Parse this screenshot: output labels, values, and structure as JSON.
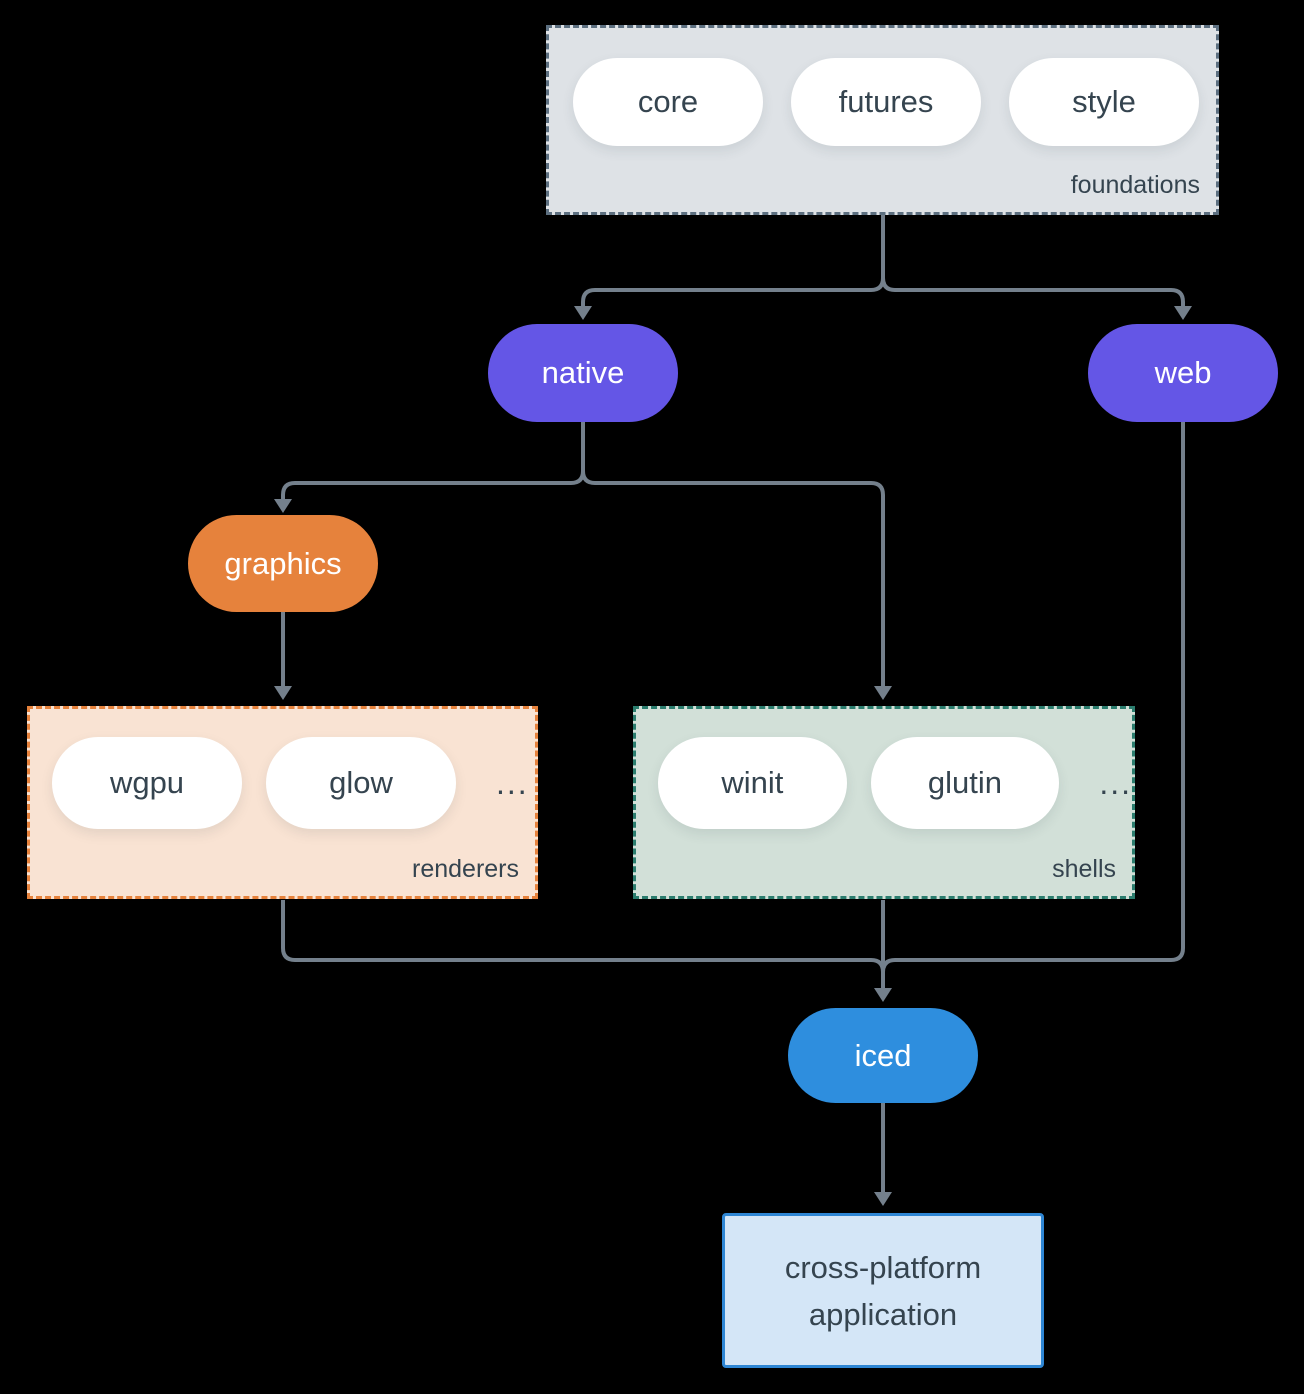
{
  "diagram": {
    "foundations": {
      "label": "foundations",
      "pills": [
        "core",
        "futures",
        "style"
      ]
    },
    "native": {
      "label": "native"
    },
    "web": {
      "label": "web"
    },
    "graphics": {
      "label": "graphics"
    },
    "renderers": {
      "label": "renderers",
      "pills": [
        "wgpu",
        "glow"
      ],
      "more": "..."
    },
    "shells": {
      "label": "shells",
      "pills": [
        "winit",
        "glutin"
      ],
      "more": "..."
    },
    "iced": {
      "label": "iced"
    },
    "application": {
      "label": "cross-platform application"
    },
    "colors": {
      "background": "#000000",
      "arrow": "#74808c",
      "purple_node": "#6456e6",
      "orange_node": "#e6823c",
      "blue_node": "#2e8ede",
      "foundations_fill": "#dee2e6",
      "foundations_border": "#5c6f80",
      "renderers_fill": "#f9e3d3",
      "renderers_border": "#e6823c",
      "shells_fill": "#d2e0d8",
      "shells_border": "#2b7d6e",
      "application_fill": "#d4e6f7",
      "application_border": "#2e86d4",
      "text_dark": "#35444f",
      "pill_fill": "#ffffff"
    }
  }
}
